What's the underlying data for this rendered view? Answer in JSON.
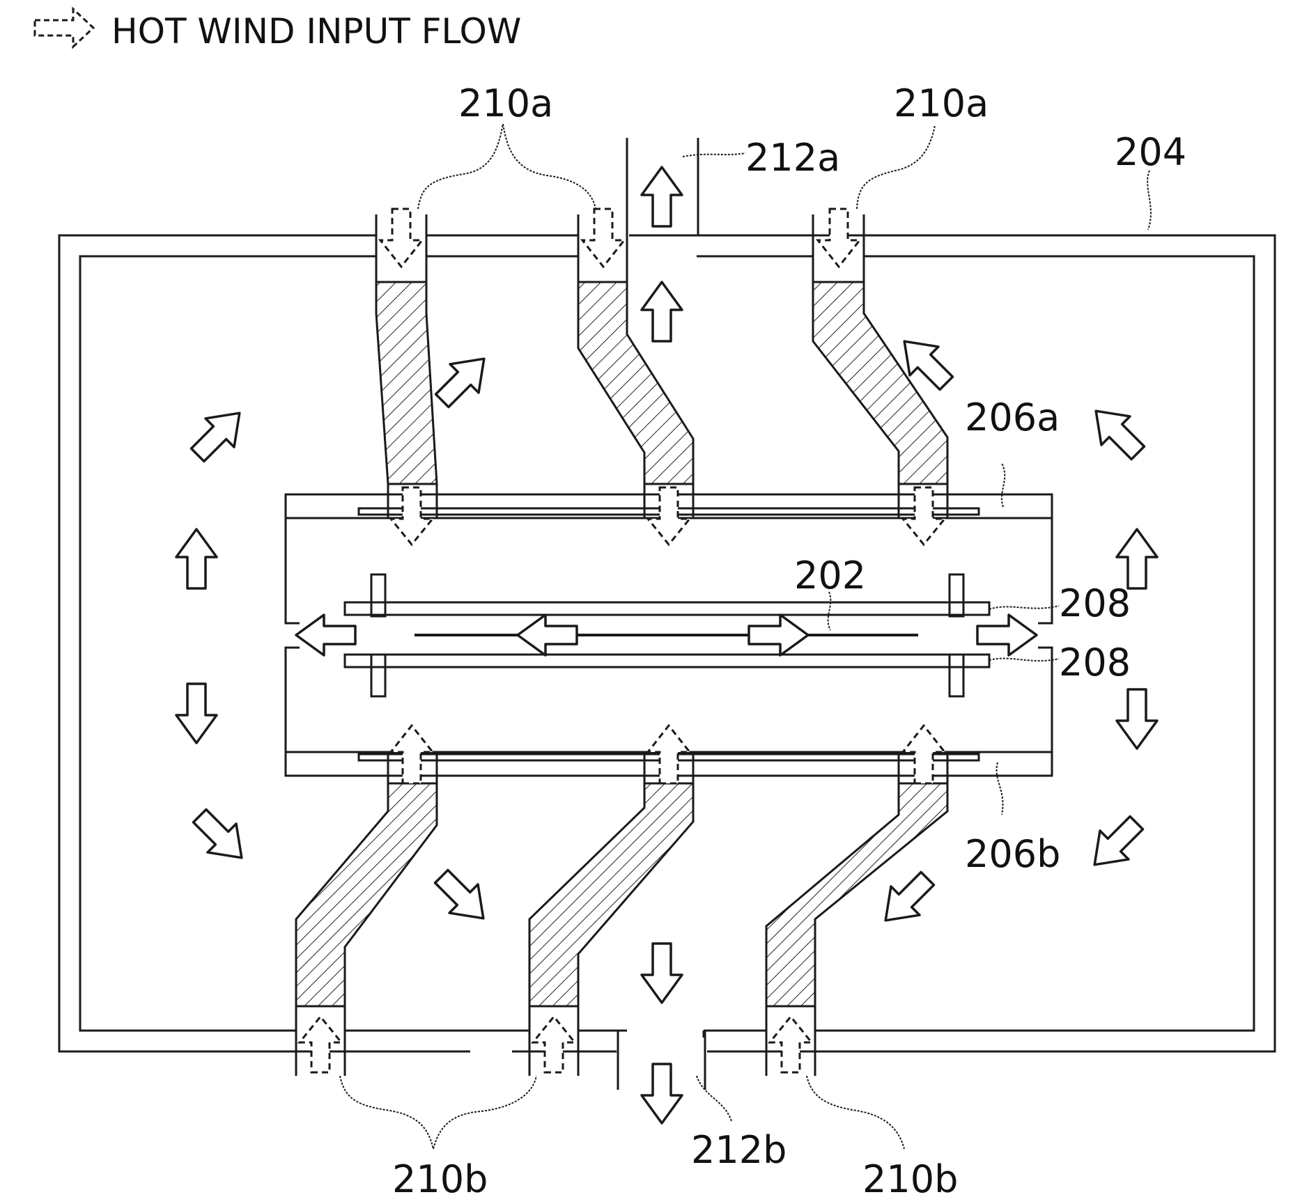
{
  "legend": {
    "text": "HOT WIND INPUT FLOW",
    "icon": "dashed-arrow-icon"
  },
  "labels": {
    "l210a_left": "210a",
    "l210a_right": "210a",
    "l212a": "212a",
    "l204": "204",
    "l206a": "206a",
    "l202": "202",
    "l208_top": "208",
    "l208_bottom": "208",
    "l206b": "206b",
    "l212b": "212b",
    "l210b_left": "210b",
    "l210b_right": "210b"
  },
  "colors": {
    "line": "#1a1a1a",
    "background": "#ffffff"
  }
}
